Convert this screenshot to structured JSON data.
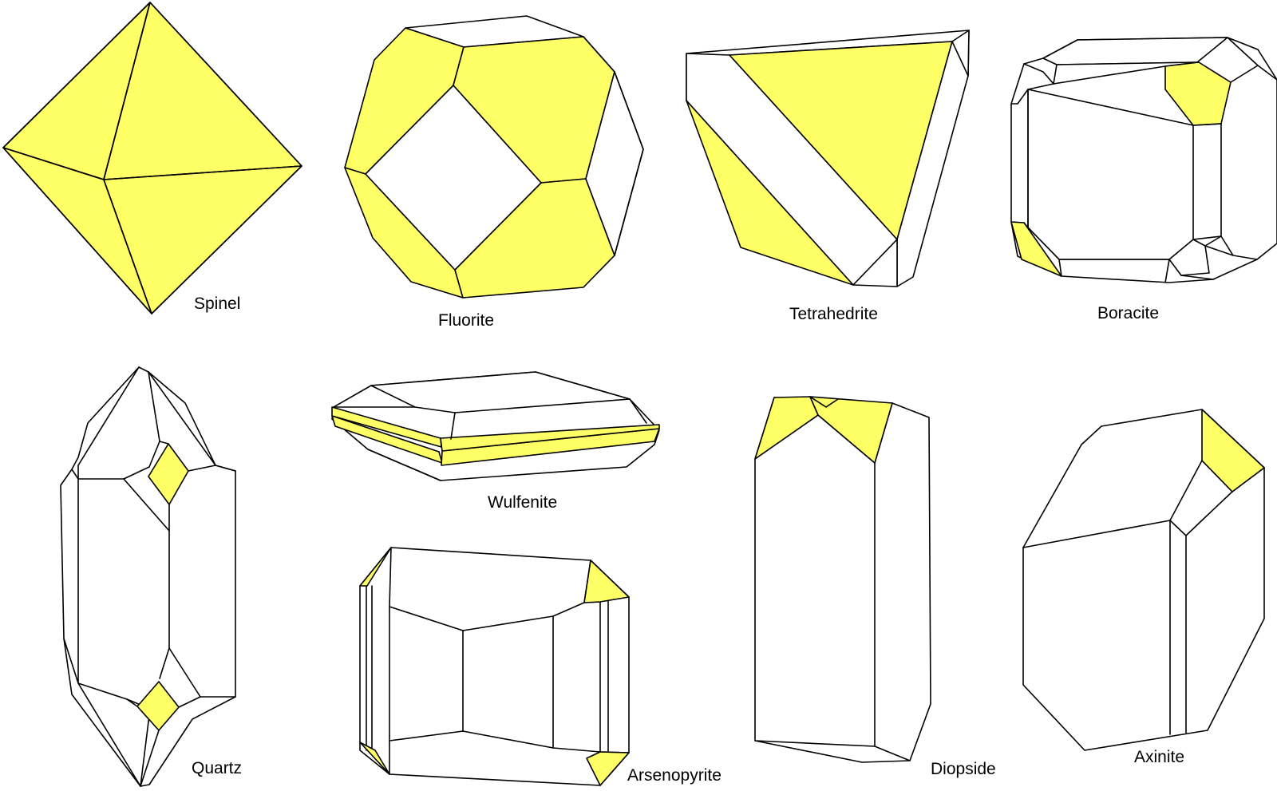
{
  "colors": {
    "highlight_face": "#ffff66",
    "plain_face": "#ffffff",
    "edge": "#000000"
  },
  "labels": {
    "spinel": "Spinel",
    "fluorite": "Fluorite",
    "tetrahedrite": "Tetrahedrite",
    "boracite": "Boracite",
    "quartz": "Quartz",
    "wulfenite": "Wulfenite",
    "arsenopyrite": "Arsenopyrite",
    "diopside": "Diopside",
    "axinite": "Axinite"
  }
}
